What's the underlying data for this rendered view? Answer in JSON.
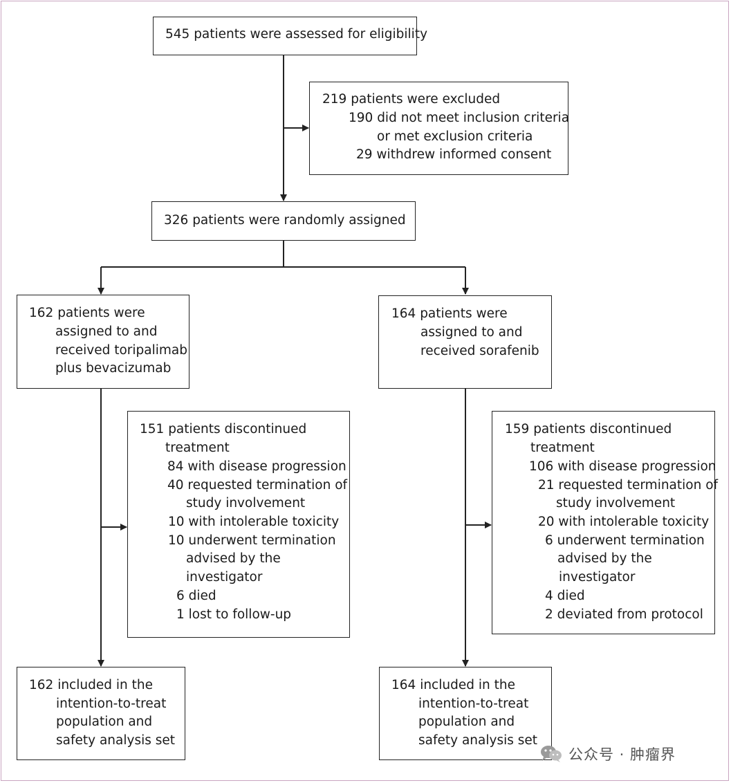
{
  "flowchart": {
    "screening": {
      "lines": [
        "545 patients were assessed for eligibility"
      ]
    },
    "excluded": {
      "lines": [
        "219 patients were excluded",
        "190 did not meet inclusion criteria",
        "or met exclusion criteria",
        "29 withdrew informed consent"
      ]
    },
    "randomised": {
      "lines": [
        "326 patients were randomly assigned"
      ]
    },
    "arm_left": {
      "assigned": {
        "lines": [
          "162 patients were",
          "assigned to and",
          "received toripalimab",
          "plus bevacizumab"
        ]
      },
      "discontinued": {
        "lines": [
          "151 patients discontinued",
          "treatment",
          "84 with disease progression",
          "40 requested termination of",
          "study involvement",
          "10 with intolerable toxicity",
          "10 underwent termination",
          "advised by the",
          "investigator",
          "6 died",
          "1 lost to follow-up"
        ]
      },
      "analysis": {
        "lines": [
          "162 included in the",
          "intention-to-treat",
          "population and",
          "safety analysis set"
        ]
      }
    },
    "arm_right": {
      "assigned": {
        "lines": [
          "164 patients were",
          "assigned to and",
          "received sorafenib"
        ]
      },
      "discontinued": {
        "lines": [
          "159 patients discontinued",
          "treatment",
          "106 with disease progression",
          "21 requested termination of",
          "study involvement",
          "20 with intolerable toxicity",
          "6 underwent termination",
          "advised by the",
          "investigator",
          "4 died",
          "2 deviated from protocol"
        ]
      },
      "analysis": {
        "lines": [
          "164 included in the",
          "intention-to-treat",
          "population and",
          "safety analysis set"
        ]
      }
    }
  },
  "watermark": {
    "icon": "wechat-icon",
    "text": "公众号 · 肿瘤界"
  }
}
